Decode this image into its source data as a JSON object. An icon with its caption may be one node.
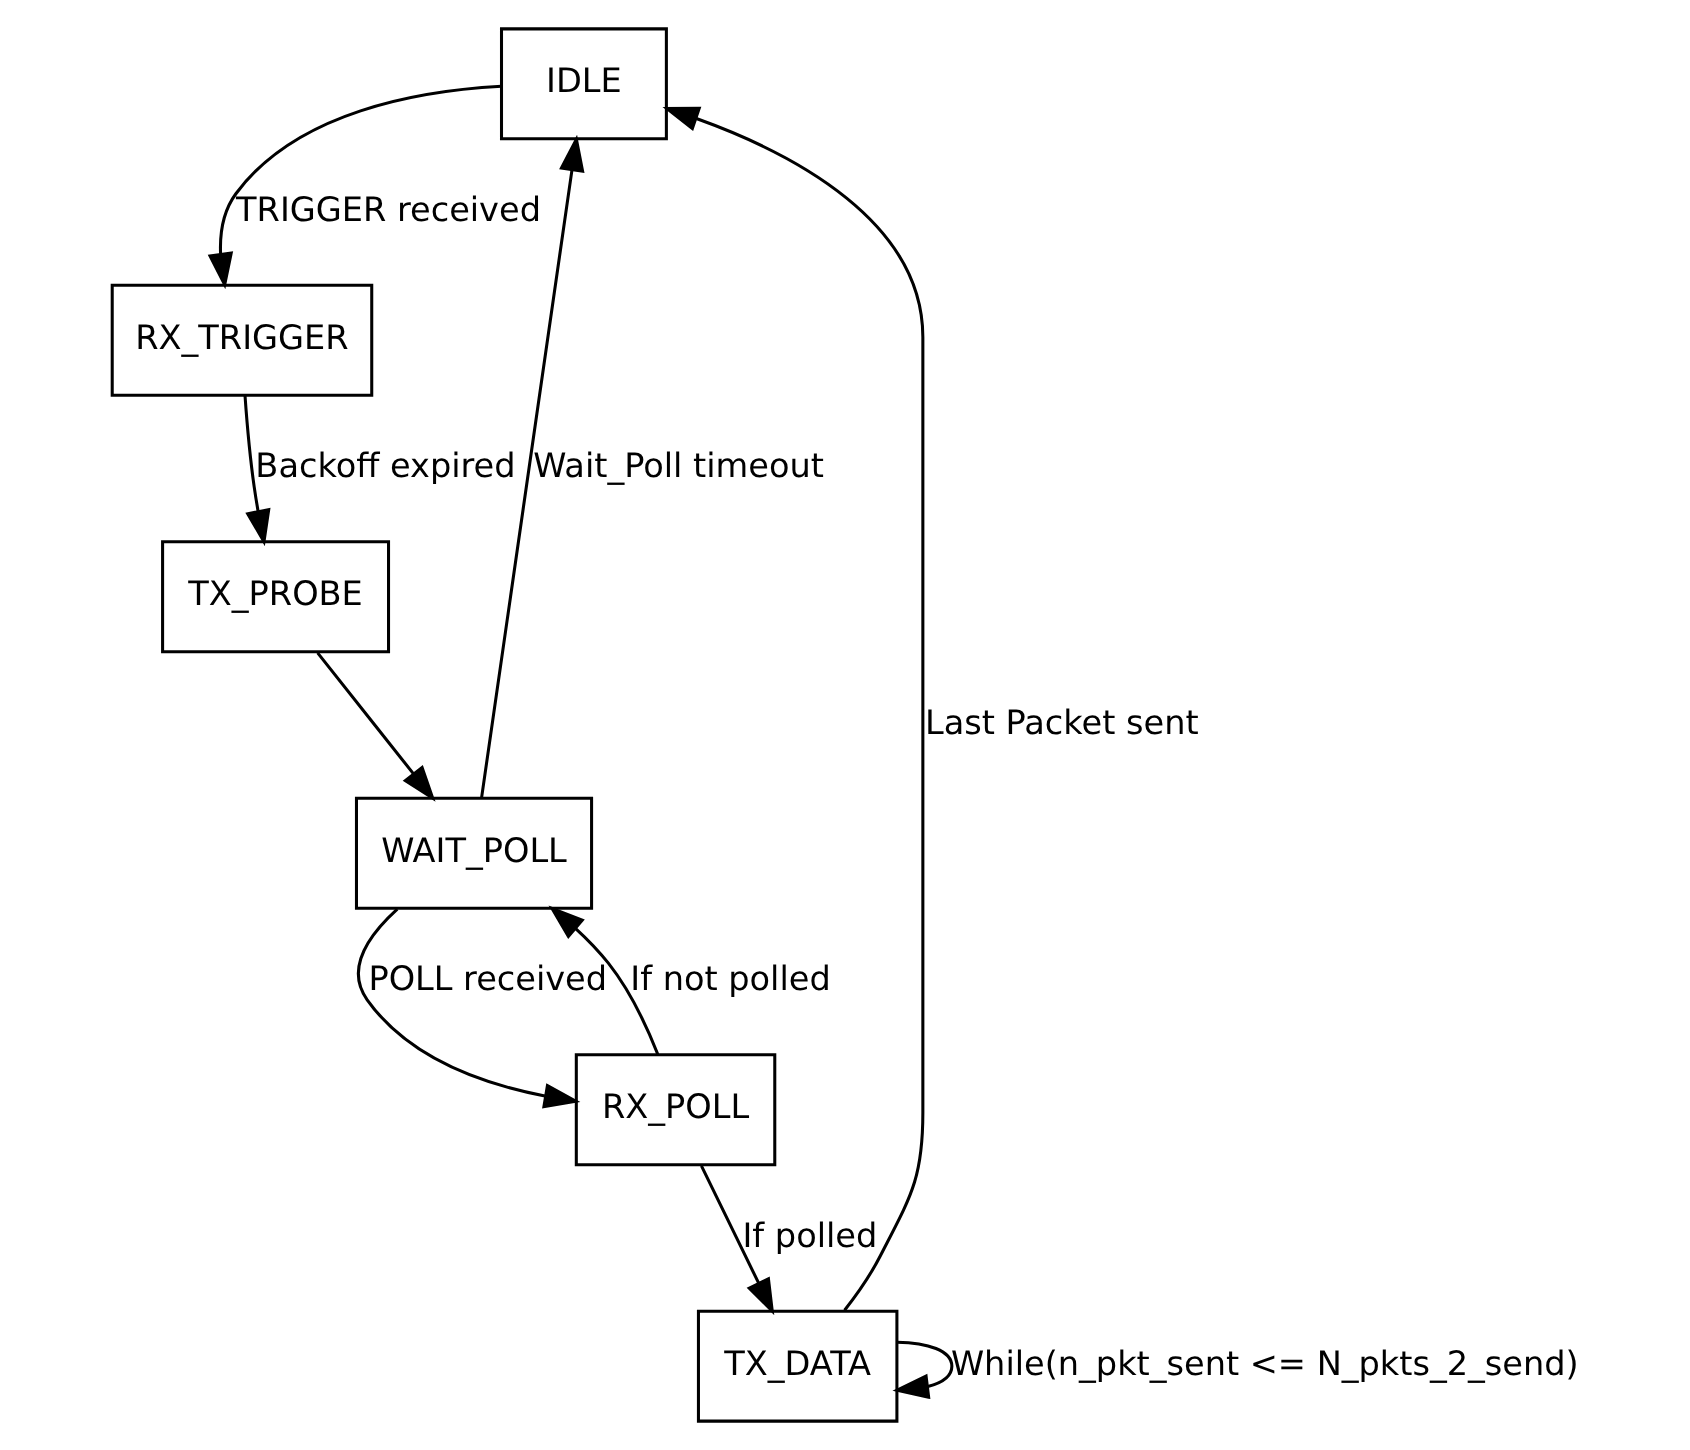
{
  "diagram": {
    "nodes": [
      {
        "text": [
          "IDLE"
        ]
      },
      {
        "text": [
          "RX_TRIGGER"
        ]
      },
      {
        "text": [
          "TX_PROBE"
        ]
      },
      {
        "text": [
          "WAIT_POLL"
        ]
      },
      {
        "text": [
          "RX_POLL"
        ]
      },
      {
        "text": [
          "TX_DATA"
        ]
      }
    ],
    "edges": [
      {
        "from": 0,
        "to": 1,
        "arrow": "to",
        "label": "TRIGGER received"
      },
      {
        "from": 1,
        "to": 2,
        "arrow": "to",
        "label": "Backoff expired"
      },
      {
        "from": 2,
        "to": 3,
        "arrow": "to"
      },
      {
        "from": 3,
        "to": 0,
        "arrow": "to",
        "label": "Wait_Poll timeout"
      },
      {
        "from": 3,
        "to": 4,
        "arrow": "to",
        "label": "POLL received"
      },
      {
        "from": 4,
        "to": 3,
        "arrow": "to",
        "label": "If not polled"
      },
      {
        "from": 4,
        "to": 5,
        "arrow": "to",
        "label": "If polled"
      },
      {
        "from": 5,
        "to": 0,
        "arrow": "to",
        "label": "Last Packet sent"
      },
      {
        "from": 5,
        "to": 5,
        "arrow": "to",
        "label": "While(n_pkt_sent <= N_pkts_2_send)"
      }
    ]
  }
}
